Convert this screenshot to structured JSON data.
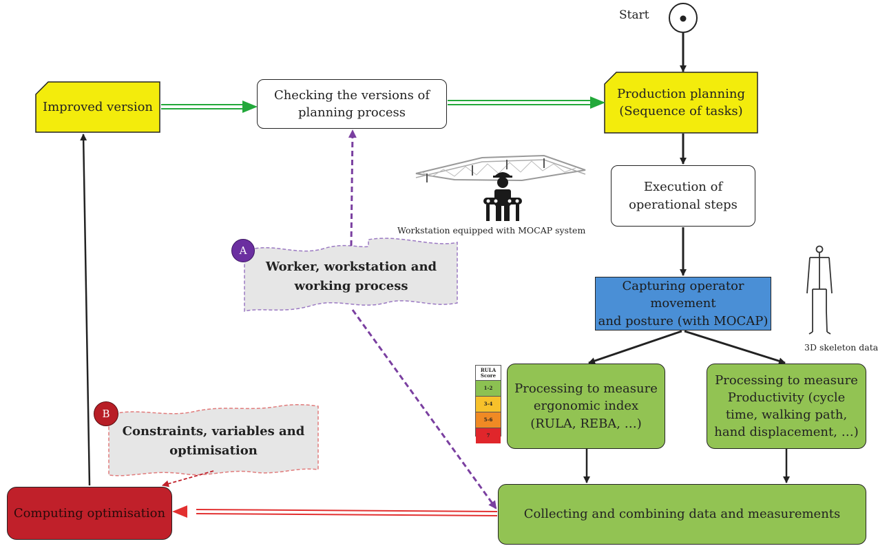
{
  "start": {
    "label": "Start"
  },
  "nodes": {
    "improved_version": "Improved version",
    "checking_line1": "Checking the versions of",
    "checking_line2": "planning process",
    "production_line1": "Production planning",
    "production_line2": "(Sequence of tasks)",
    "execution_line1": "Execution of",
    "execution_line2": "operational steps",
    "capturing_line1": "Capturing operator movement",
    "capturing_line2": "and posture (with MOCAP)",
    "ergo_line1": "Processing to measure",
    "ergo_line2": "ergonomic index",
    "ergo_line3": "(RULA, REBA, …)",
    "prod_line1": "Processing to measure",
    "prod_line2": "Productivity (cycle",
    "prod_line3": "time, walking path,",
    "prod_line4": "hand displacement, …)",
    "collecting": "Collecting and combining data and measurements",
    "computing": "Computing optimisation"
  },
  "notes": {
    "a_badge": "A",
    "a_line1": "Worker, workstation and",
    "a_line2": "working process",
    "b_badge": "B",
    "b_line1": "Constraints, variables and",
    "b_line2": "optimisation"
  },
  "captions": {
    "workstation": "Workstation equipped with MOCAP system",
    "skeleton": "3D skeleton data"
  },
  "rula": {
    "header1": "RULA",
    "header2": "Score",
    "rows": [
      {
        "label": "1-2",
        "color": "#8cc152"
      },
      {
        "label": "3-4",
        "color": "#f7c12b"
      },
      {
        "label": "5-6",
        "color": "#f08a24"
      },
      {
        "label": "7",
        "color": "#e0262b"
      }
    ]
  },
  "colors": {
    "yellow": "#f3ec0c",
    "green": "#92c353",
    "blue": "#4a8fd6",
    "red": "#c0202a",
    "purple": "#7a3fa0",
    "arrow_green": "#22a83a",
    "arrow_red": "#e23030"
  }
}
